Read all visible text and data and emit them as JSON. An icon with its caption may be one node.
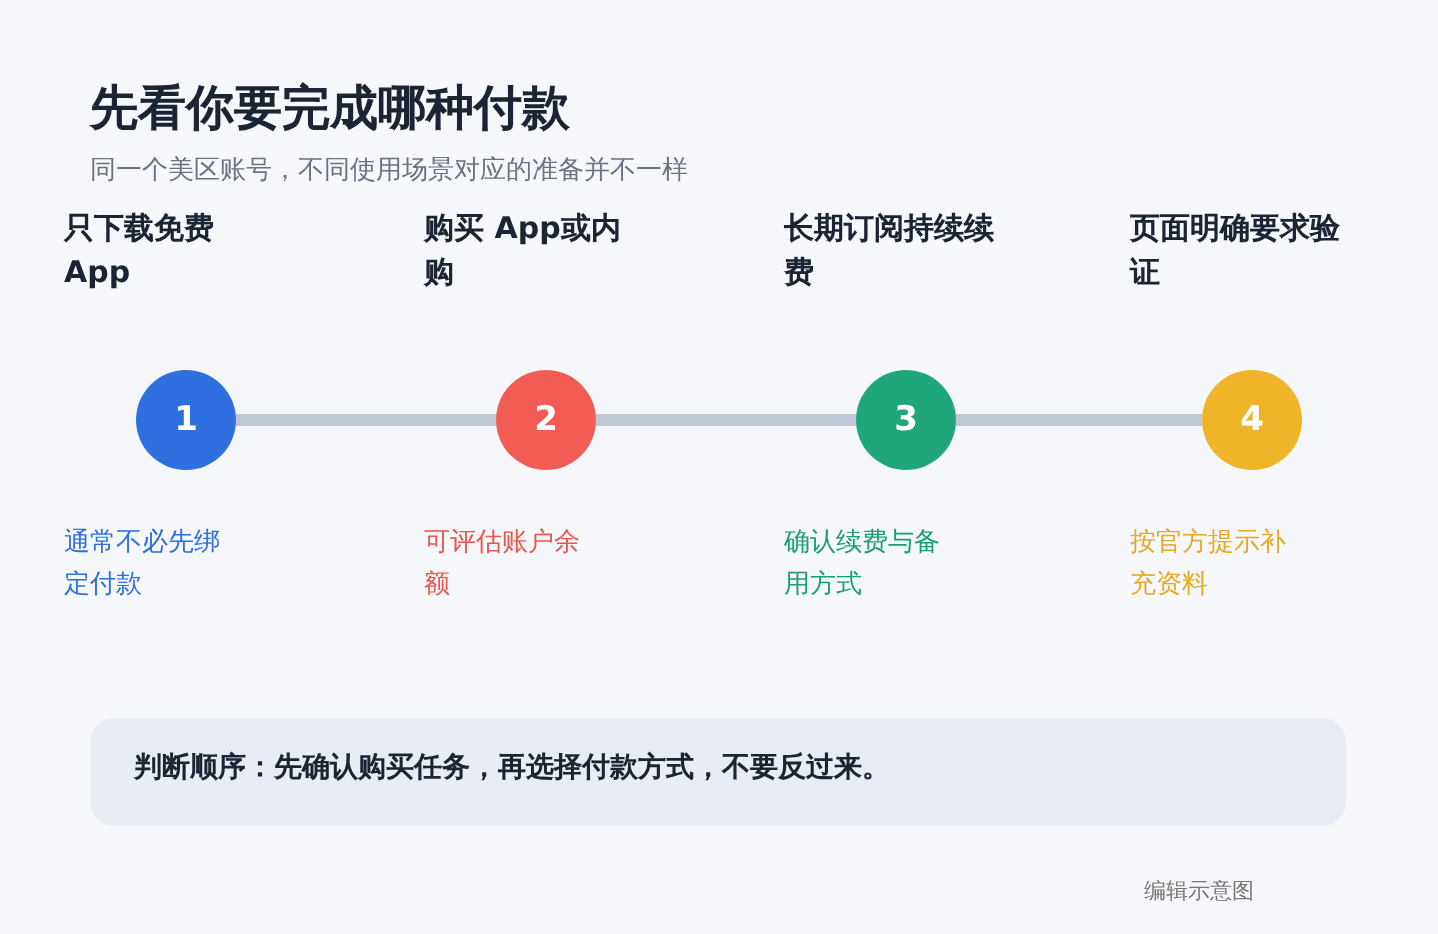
{
  "diagram": {
    "title": "先看你要完成哪种付款",
    "nodes": [
      {
        "text": [
          "只下载免费 App",
          "1"
        ],
        "beside": [
          "通常不必先绑定付款"
        ]
      },
      {
        "text": [
          "购买 App或内购",
          "2"
        ],
        "beside": [
          "可评估账户余额"
        ]
      },
      {
        "text": [
          "长期订阅持续续费",
          "3"
        ],
        "beside": [
          "确认续费与备用方式"
        ]
      },
      {
        "text": [
          "页面明确要求验证",
          "4"
        ],
        "beside": [
          "按官方提示补充资料"
        ]
      },
      {
        "text": [
          "判断顺序：先确认购买任务，再选择付款方式，不要反过来。"
        ]
      }
    ],
    "edges": [
      {
        "from": 0,
        "to": 1,
        "arrow": "none"
      },
      {
        "from": 1,
        "to": 2,
        "arrow": "none"
      },
      {
        "from": 2,
        "to": 3,
        "arrow": "none"
      }
    ],
    "labels": [
      "同一个美区账号，不同使用场景对应的准备并不一样",
      "编辑示意图"
    ]
  }
}
